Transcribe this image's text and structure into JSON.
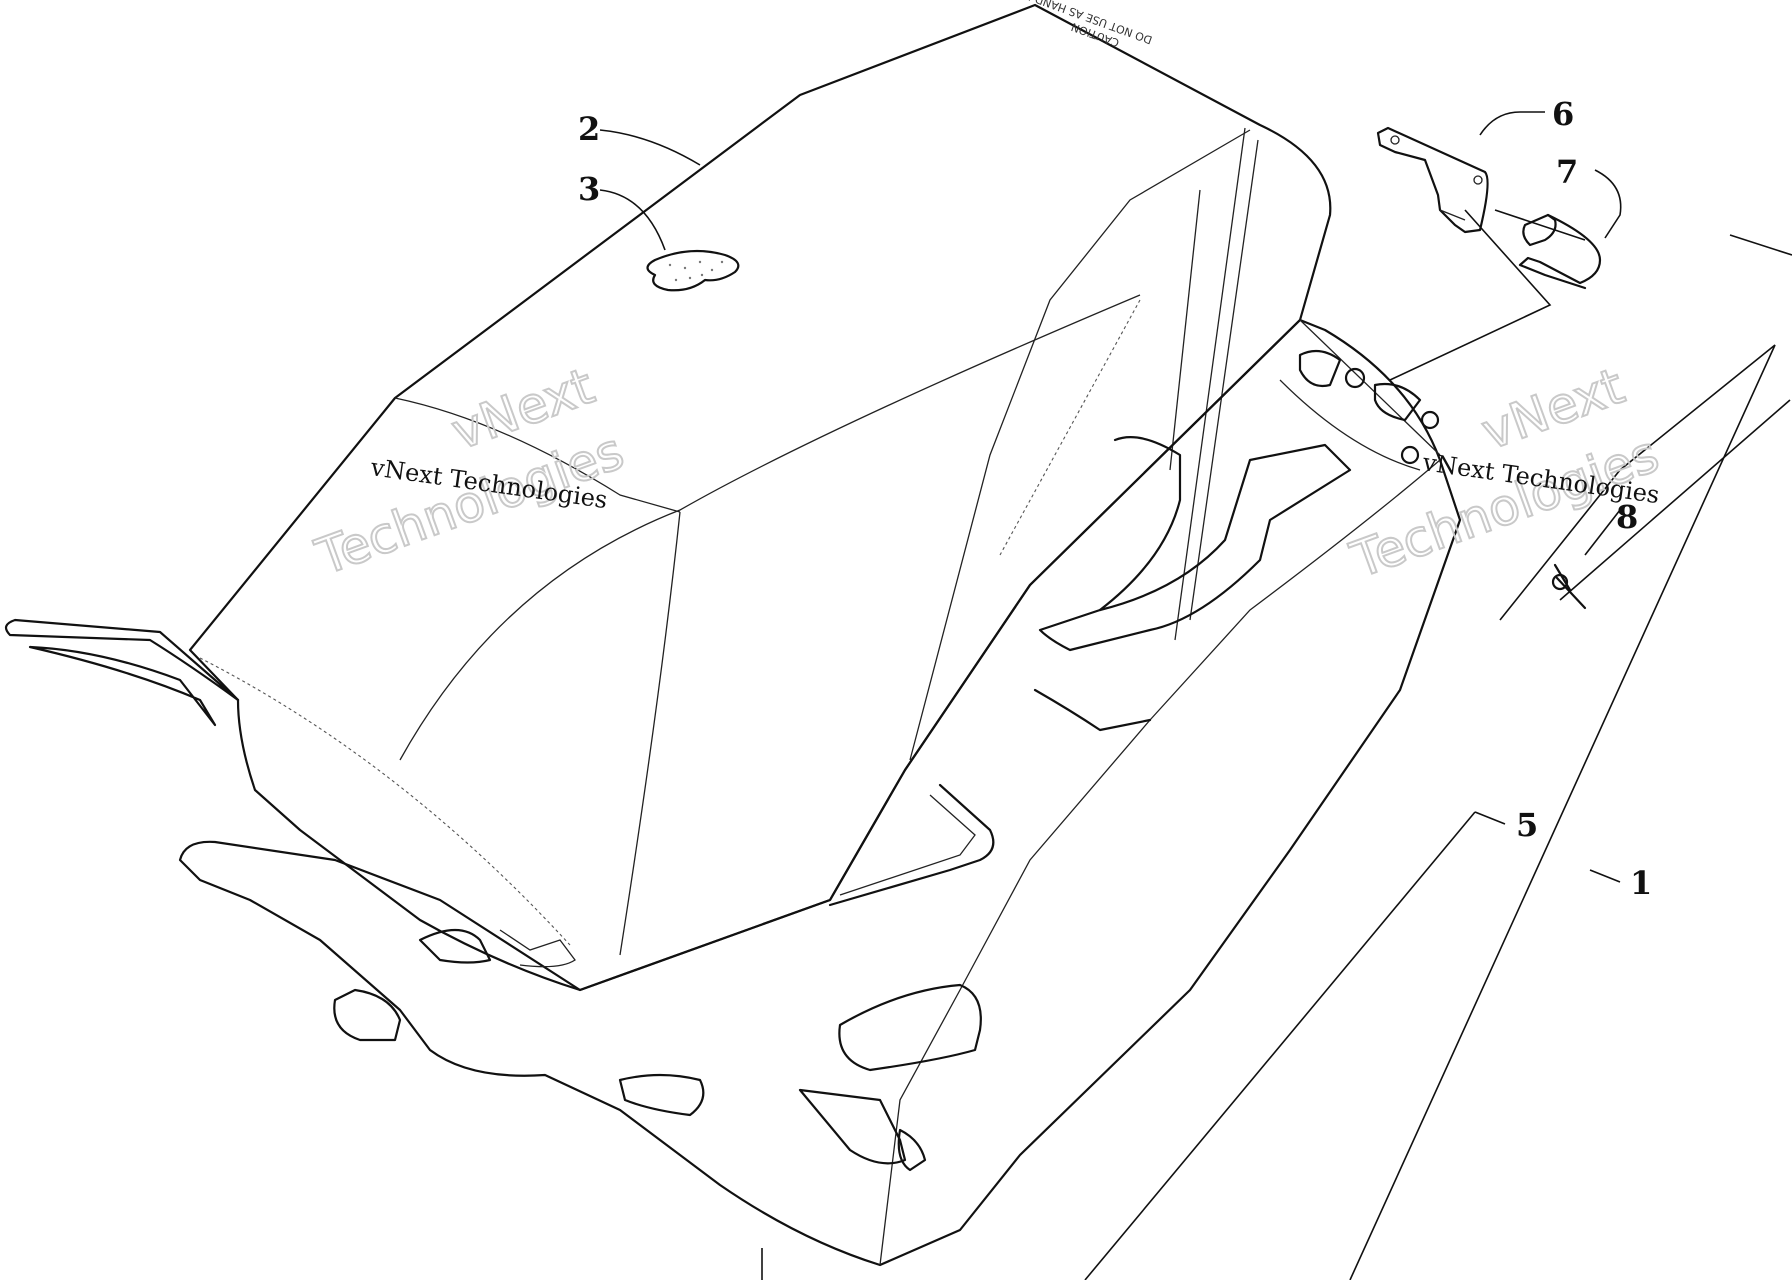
{
  "callouts": [
    "1",
    "2",
    "3",
    "5",
    "6",
    "7",
    "8"
  ],
  "watermarks": {
    "small_text": "vNext Technologies",
    "big_line1": "vNext",
    "big_line2": "Technologies"
  },
  "seat_stamp": {
    "line1": "CAUTION",
    "line2": "DO NOT USE AS HAND HOLD"
  },
  "colors": {
    "line": "#111111",
    "background": "#ffffff",
    "watermark": "#c9c9c9"
  }
}
